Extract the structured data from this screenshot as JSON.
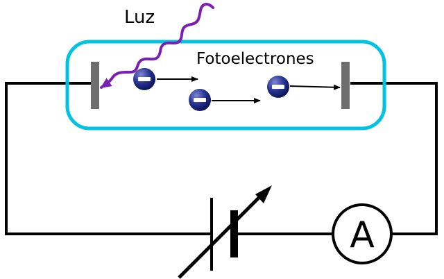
{
  "labels": {
    "light": "Luz",
    "photoelectrons": "Fotoelectrones",
    "ammeter": "A"
  },
  "colors": {
    "tube": "#00c3e3",
    "light_wave": "#7a1fb0",
    "wire": "#000000",
    "electrode": "#6e6e6e",
    "electron": "#1a237e"
  },
  "icons": {
    "electron": "electron-minus-icon",
    "light": "wavy-arrow-icon",
    "battery": "variable-battery-icon",
    "meter": "ammeter-icon"
  }
}
